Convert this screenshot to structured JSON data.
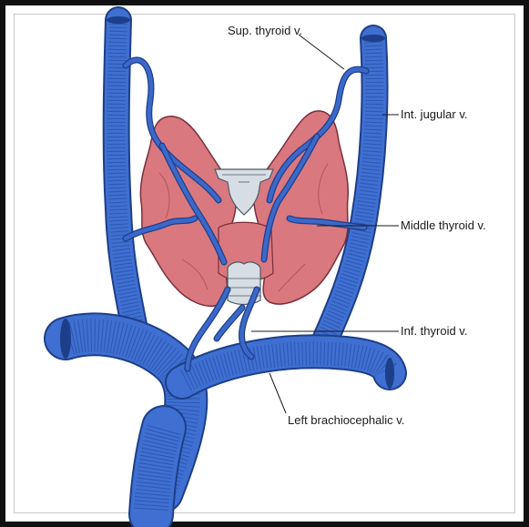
{
  "labels": {
    "sup_thyroid": "Sup. thyroid v.",
    "int_jugular": "Int. jugular v.",
    "middle_thyroid": "Middle thyroid v.",
    "inf_thyroid": "Inf. thyroid v.",
    "left_brachiocephalic": "Left brachiocephalic v."
  },
  "colors": {
    "vein": "#3f6fd0",
    "vein_outline": "#1d3f8a",
    "thyroid_gland": "#d9787f",
    "thyroid_outline": "#7a2f3a",
    "cartilage": "#d6dde4"
  }
}
